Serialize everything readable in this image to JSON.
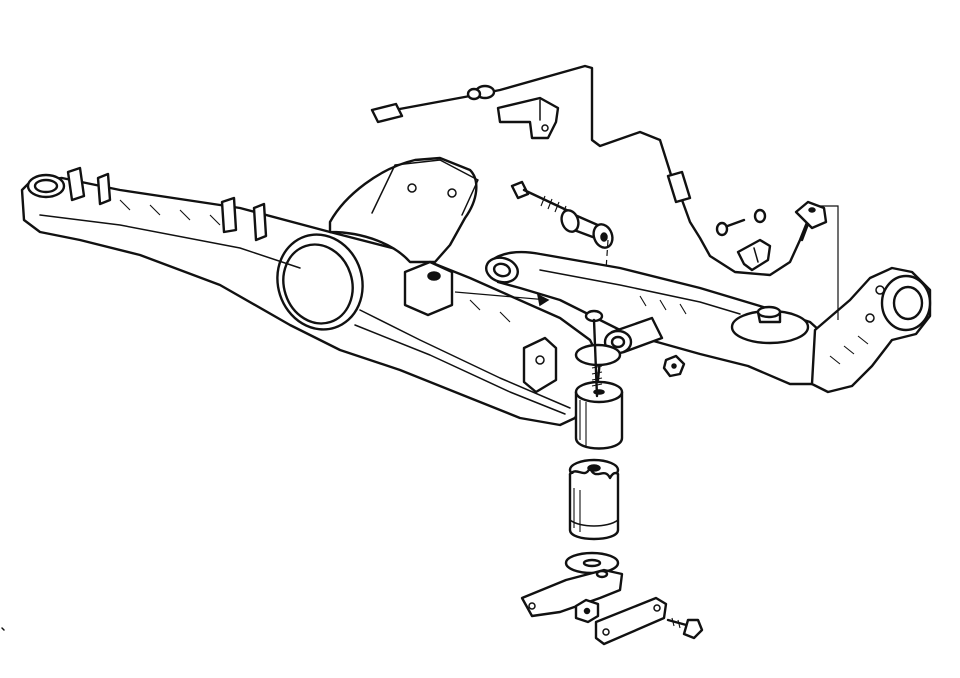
{
  "diagram": {
    "ink_color": "#111111",
    "background": "#ffffff",
    "parts": [
      "rear-axle-carrier",
      "abs-sensor-cable",
      "cable-bracket",
      "mounting-bolt",
      "axle-bushing",
      "trailing-arm",
      "wheel-hub-carrier",
      "rubber-mount",
      "mount-bolt",
      "lower-damper-bushing",
      "support-washer",
      "mounting-bracket",
      "hex-nut",
      "hex-bolt",
      "sensor-bolt",
      "washer",
      "sensor-clip",
      "abs-speed-sensor"
    ]
  }
}
